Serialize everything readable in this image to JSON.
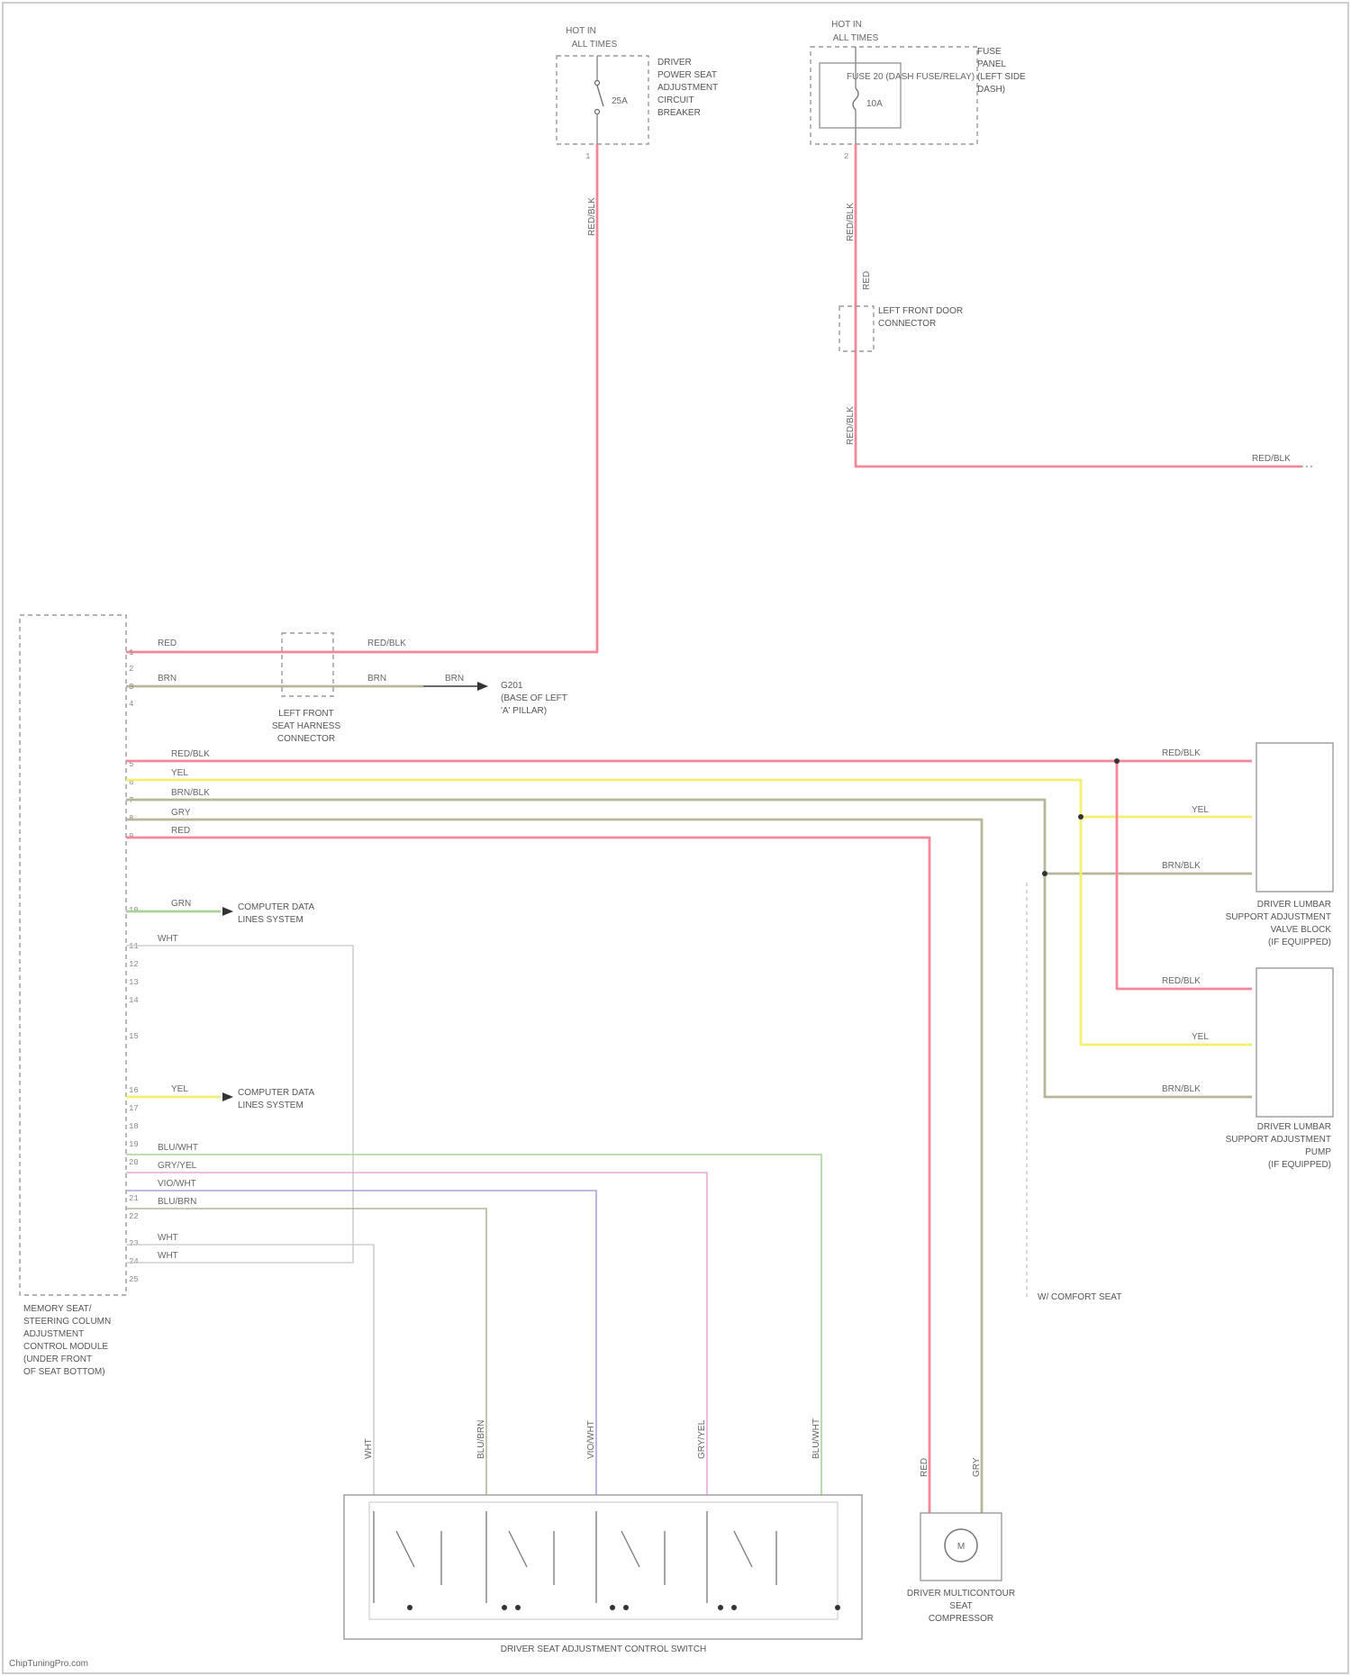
{
  "colors": {
    "red": "#f2899a",
    "yellow": "#f4ef72",
    "tan": "#b7b59a",
    "green": "#a6d39a",
    "violet": "#a9a3d6",
    "pink": "#e9a7d9",
    "grey": "#cfcfcf",
    "black": "#555555"
  },
  "hot_left": {
    "line1": "HOT IN",
    "line2": "ALL TIMES"
  },
  "hot_right": {
    "line1": "HOT IN",
    "line2": "ALL TIMES"
  },
  "relay_label": [
    "DRIVER",
    "POWER SEAT",
    "ADJUSTMENT",
    "CIRCUIT",
    "BREAKER"
  ],
  "relay_switch": "25A",
  "fuse_box_label": [
    "FUSE",
    "PANEL",
    "(LEFT SIDE",
    "DASH)"
  ],
  "fuse_inner": "FUSE 20 (DASH FUSE/RELAY)",
  "fuse_value": "10A",
  "lumbar_fuse_label": [
    "LEFT FRONT DOOR",
    "CONNECTOR"
  ],
  "wires": {
    "left_vertical": "RED/BLK",
    "right_vertical_1": "RED/BLK",
    "right_vertical_2": "RED",
    "right_vertical_3": "RED/BLK",
    "top_horizontal": "RED/BLK",
    "harness_red_in": "RED",
    "harness_red_out": "RED/BLK",
    "harness_tan_in": "BRN",
    "harness_tan_out": "BRN",
    "ground_wire": "BRN",
    "w1": "RED/BLK",
    "w2": "YEL",
    "w3": "BRN/BLK",
    "w4": "GRY",
    "w5": "RED",
    "g1": "GRN",
    "g2": "WHT",
    "y1": "YEL",
    "m1": "BLU/WHT",
    "m2": "GRY/YEL",
    "m3": "VIO/WHT",
    "m4": "BLU/BRN",
    "m5": "WHT",
    "m6": "WHT",
    "pump_a": "RED/BLK",
    "pump_b": "YEL",
    "pump_c": "BRN/BLK",
    "pump_d": "RED/BLK",
    "pump_e": "YEL",
    "pump_f": "BRN/BLK",
    "bottom_1": "WHT",
    "bottom_2": "BLU/BRN",
    "bottom_3": "VIO/WHT",
    "bottom_4": "GRY/YEL",
    "bottom_5": "BLU/WHT",
    "comp_1": "RED",
    "comp_2": "GRY"
  },
  "connector_label": [
    "LEFT FRONT",
    "SEAT HARNESS",
    "CONNECTOR"
  ],
  "ground_label": [
    "G201",
    "(BASE OF LEFT",
    "'A' PILLAR)"
  ],
  "module_label": [
    "MEMORY SEAT/",
    "STEERING COLUMN",
    "ADJUSTMENT",
    "CONTROL MODULE",
    "(UNDER FRONT",
    "OF SEAT BOTTOM)"
  ],
  "module_pins_top": [
    "1",
    "2",
    "3",
    "4",
    "5"
  ],
  "stub_1": [
    "COMPUTER DATA",
    "LINES SYSTEM"
  ],
  "stub_2": [
    "COMPUTER DATA",
    "LINES SYSTEM"
  ],
  "valve_upper_label": [
    "DRIVER LUMBAR",
    "SUPPORT ADJUSTMENT",
    "VALVE BLOCK",
    "(IF EQUIPPED)"
  ],
  "valve_lower_label": [
    "DRIVER LUMBAR",
    "SUPPORT ADJUSTMENT",
    "PUMP",
    "(IF EQUIPPED)"
  ],
  "comfort_note": "W/ COMFORT SEAT",
  "switch_label": "DRIVER SEAT ADJUSTMENT CONTROL SWITCH",
  "compressor_label": [
    "DRIVER MULTICONTOUR",
    "SEAT",
    "COMPRESSOR"
  ],
  "footer": "ChipTuningPro.com"
}
